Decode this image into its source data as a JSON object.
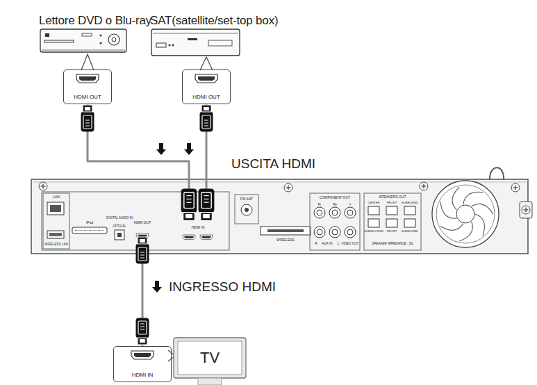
{
  "diagram": {
    "nodes": [
      {
        "text": [
          "Lettore DVD o Blu-ray"
        ]
      },
      {
        "text": [
          "SAT(satellite/set-top box)"
        ]
      },
      {
        "text": [
          "HDMI OUT"
        ]
      },
      {
        "text": [
          "HDMI OUT"
        ]
      },
      {
        "text": [
          "LAN",
          "WIRELESS LAN",
          "iPod",
          "DIGITAL AUDIO IN",
          "OPTICAL",
          "HDMI OUT",
          "HDMI IN",
          "FM ANT",
          "COMPONENT OUT",
          "Pr",
          "Pb",
          "Y",
          "WIRELESS",
          "R",
          "AUX IN",
          "L",
          "VIDEO OUT",
          "SPEAKERS OUT",
          "CENTER",
          "FRONT",
          "SURROUND",
          "SUBWOOFER",
          "FRONT",
          "SURROUND",
          "SPEAKER IMPEDANCE : 3Ω"
        ]
      },
      {
        "text": [
          "HDMI IN"
        ]
      },
      {
        "text": [
          "TV"
        ]
      }
    ],
    "edges": [
      {
        "from": 2,
        "to": 4,
        "arrow": "none"
      },
      {
        "from": 3,
        "to": 4,
        "arrow": "none"
      },
      {
        "from": 4,
        "to": 5,
        "arrow": "none"
      }
    ],
    "labels": [
      "USCITA HDMI",
      "INGRESSO HDMI"
    ]
  }
}
